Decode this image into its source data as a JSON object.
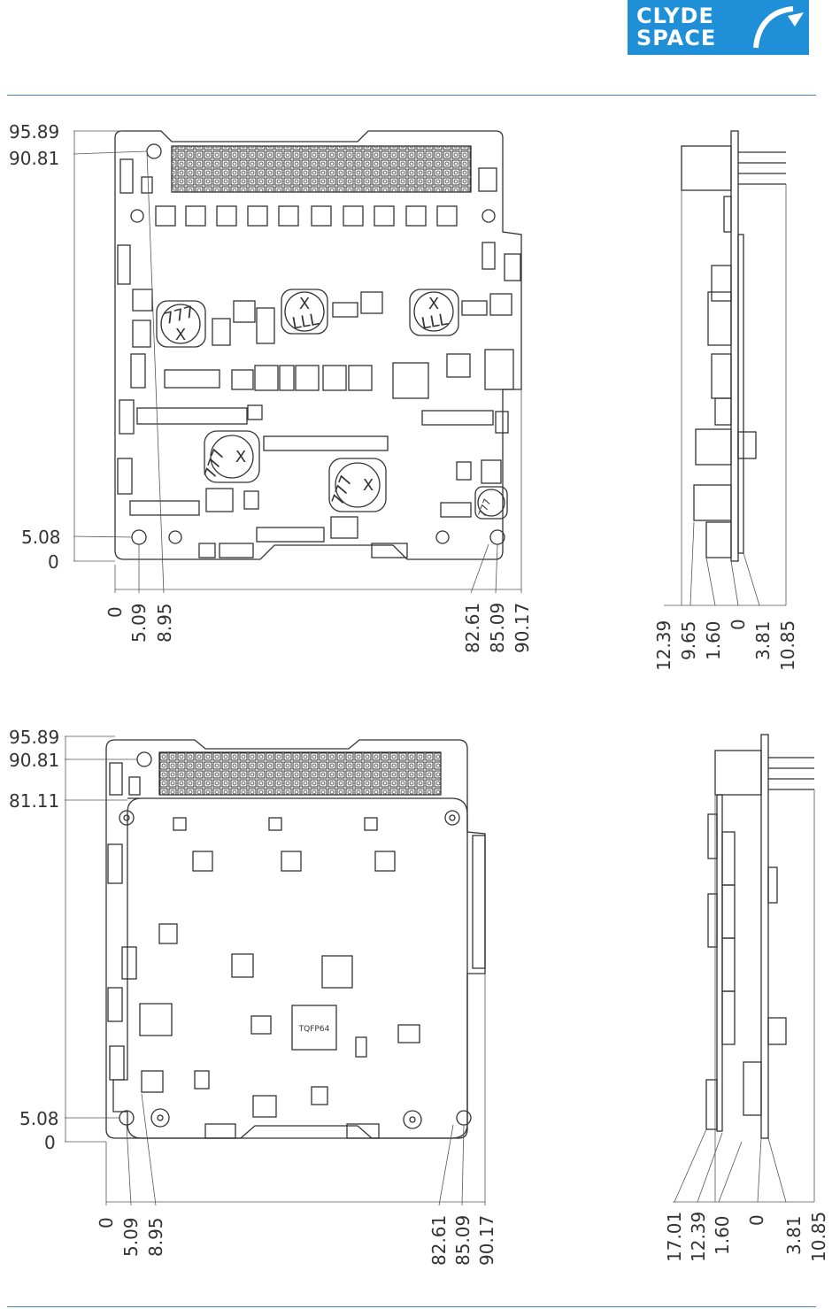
{
  "logo": {
    "line1": "CLYDE",
    "line2": "SPACE",
    "color": "#1f8fd8"
  },
  "colors": {
    "rule": "#4a84b6",
    "outline": "#333333"
  },
  "top_view": {
    "vertical_dims": [
      "95.89",
      "90.81",
      "5.08",
      "0"
    ],
    "horizontal_dims": [
      "0",
      "5.09",
      "8.95",
      "82.61",
      "85.09",
      "90.17"
    ]
  },
  "top_side": {
    "dims": [
      "12.39",
      "9.65",
      "1.60",
      "0",
      "3.81",
      "10.85"
    ]
  },
  "bottom_view": {
    "vertical_dims": [
      "95.89",
      "90.81",
      "81.11",
      "5.08",
      "0"
    ],
    "horizontal_dims": [
      "0",
      "5.09",
      "8.95",
      "82.61",
      "85.09",
      "90.17"
    ],
    "chip_label": "TQFP64"
  },
  "bottom_side": {
    "dims": [
      "17.01",
      "12.39",
      "1.60",
      "0",
      "3.81",
      "10.85"
    ]
  },
  "component_marks": [
    "777",
    "X",
    "LLL"
  ]
}
